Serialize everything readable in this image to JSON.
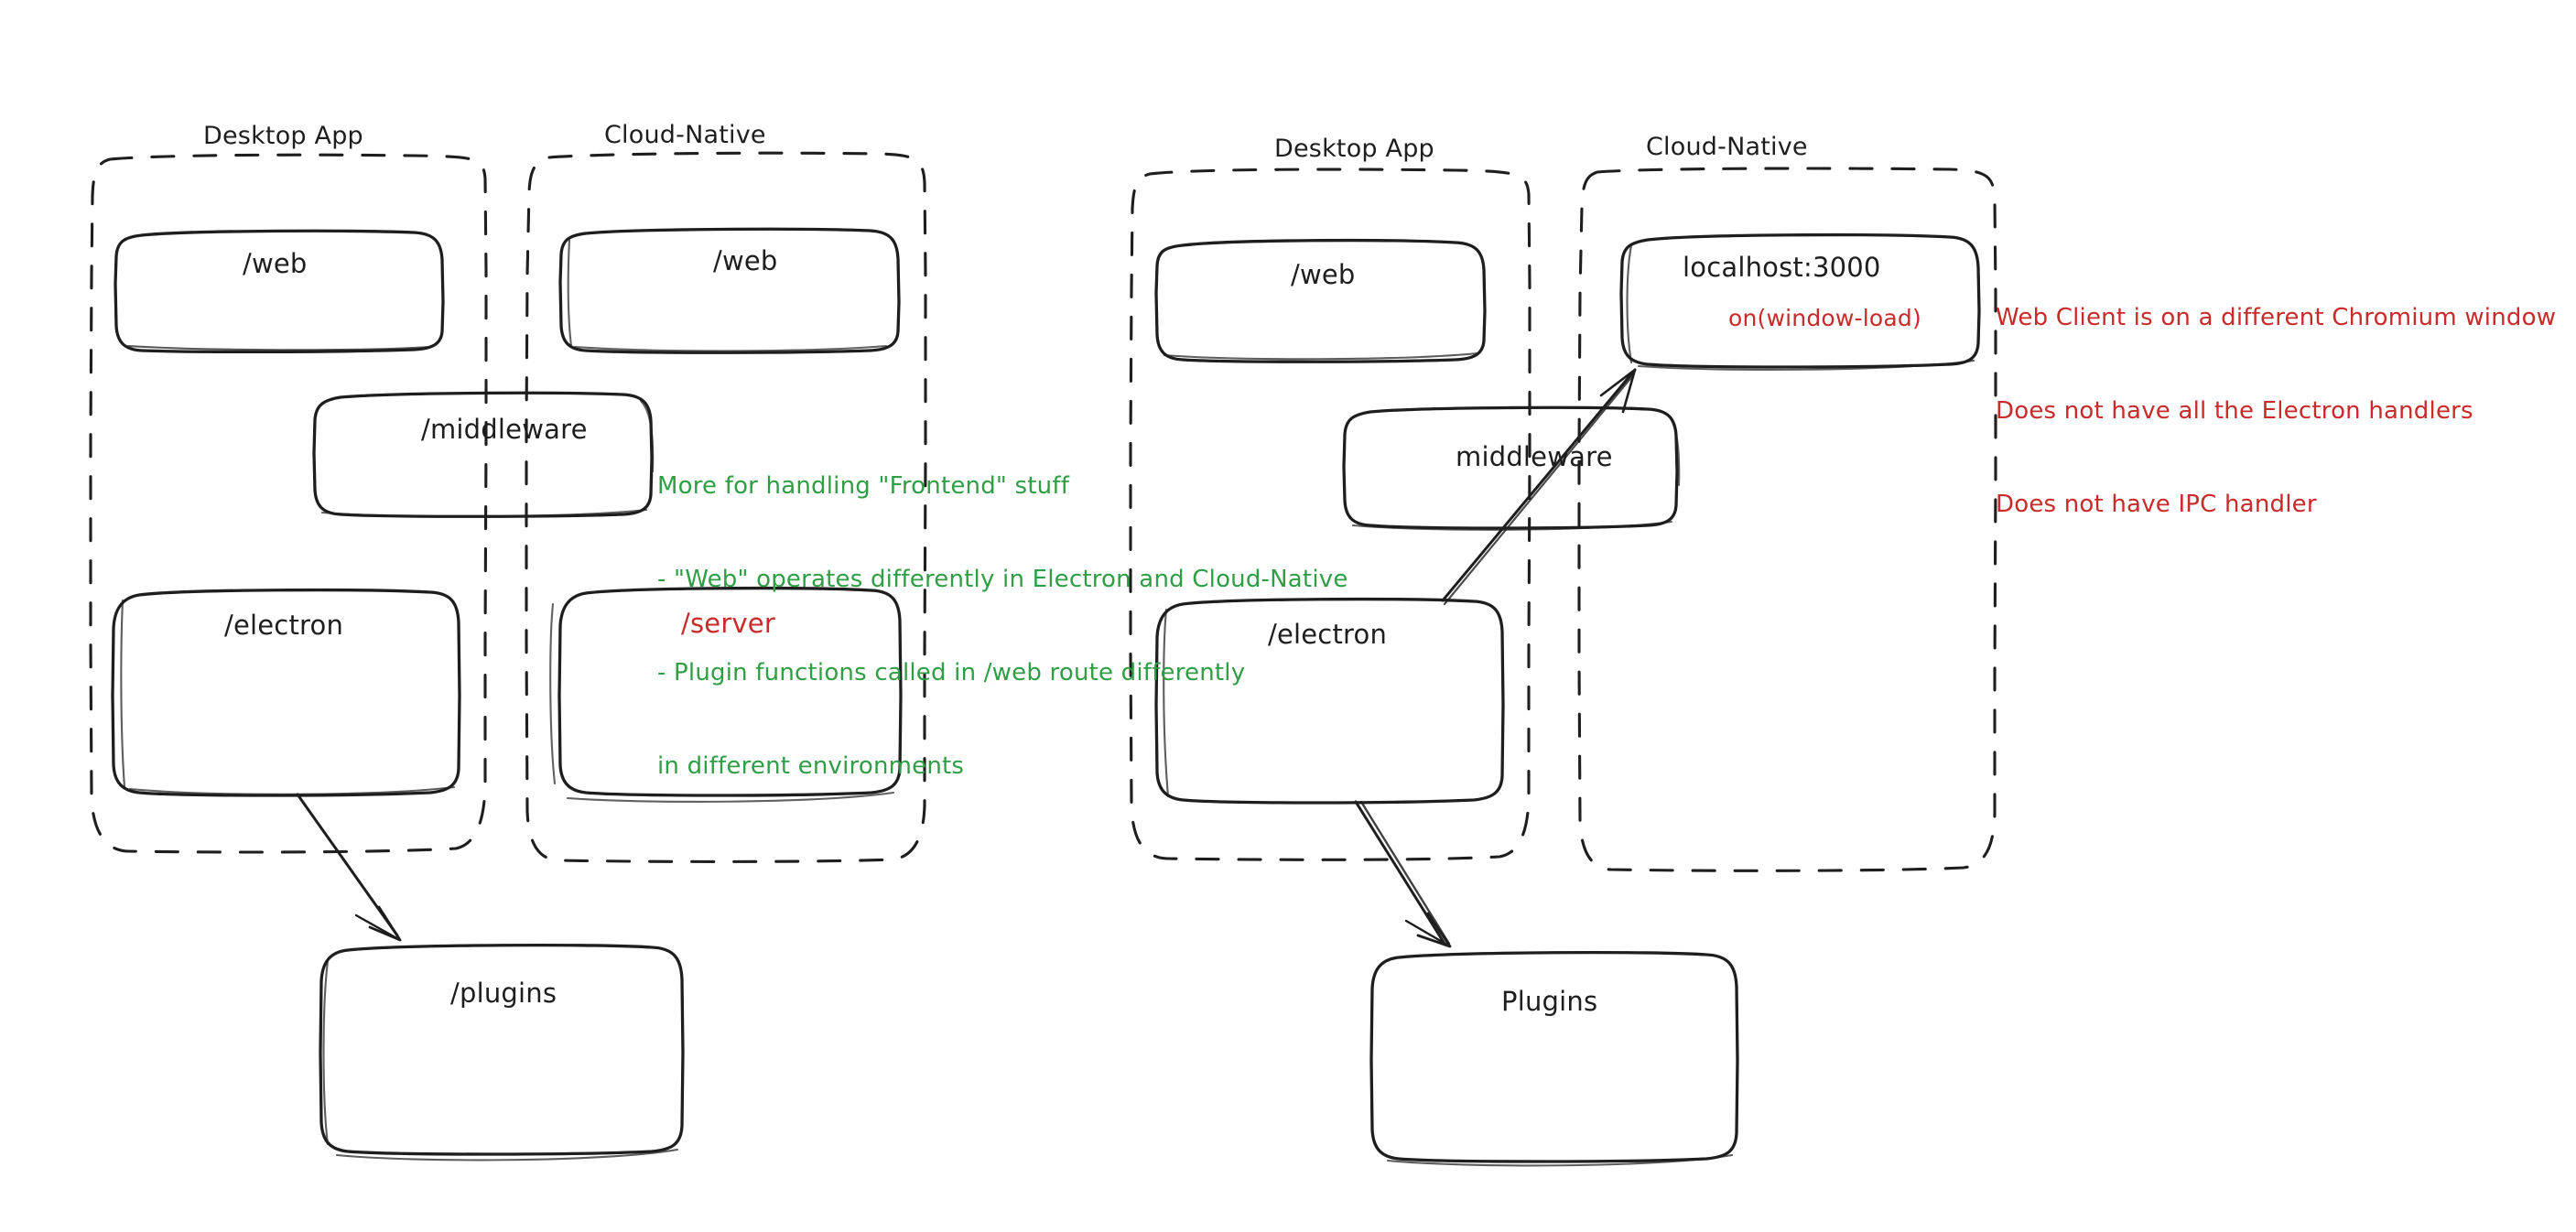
{
  "diagram": {
    "title_note_green": {
      "lines": [
        "More for handling \"Frontend\" stuff",
        "- \"Web\" operates differently in Electron and Cloud-Native",
        "- Plugin functions called in /web route differently",
        "in different environments"
      ],
      "color": "#2f9e44"
    },
    "title_note_red": {
      "lines": [
        "Web Client is on a different Chromium window",
        "Does not have all the Electron handlers",
        "Does not have IPC handler"
      ],
      "color": "#c92a2a"
    },
    "stroke_color": "#1e1e1e",
    "background": "#ffffff"
  },
  "left_diagram": {
    "containers": [
      {
        "label": "Desktop App"
      },
      {
        "label": "Cloud-Native"
      }
    ],
    "nodes": [
      {
        "label": "/web",
        "color": "#1e1e1e"
      },
      {
        "label": "/web",
        "color": "#1e1e1e"
      },
      {
        "label": "/middleware",
        "color": "#1e1e1e"
      },
      {
        "label": "/electron",
        "color": "#1e1e1e"
      },
      {
        "label": "/server",
        "color": "#c92a2a"
      },
      {
        "label": "/plugins",
        "color": "#1e1e1e"
      }
    ],
    "edges": [
      {
        "from": "/electron",
        "to": "/plugins"
      }
    ]
  },
  "right_diagram": {
    "containers": [
      {
        "label": "Desktop App"
      },
      {
        "label": "Cloud-Native"
      }
    ],
    "nodes": [
      {
        "label": "/web",
        "color": "#1e1e1e"
      },
      {
        "label": "localhost:3000",
        "color": "#1e1e1e",
        "sub_label": "on(window-load)",
        "sub_color": "#c92a2a"
      },
      {
        "label": "middleware",
        "color": "#1e1e1e"
      },
      {
        "label": "/electron",
        "color": "#1e1e1e"
      },
      {
        "label": "Plugins",
        "color": "#1e1e1e"
      }
    ],
    "edges": [
      {
        "from": "/electron",
        "to": "localhost:3000"
      },
      {
        "from": "/electron",
        "to": "Plugins"
      }
    ]
  }
}
